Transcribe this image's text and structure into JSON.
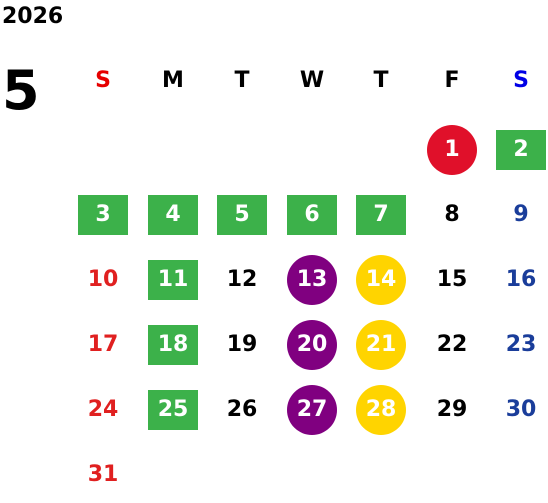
{
  "year": "2026",
  "month": "5",
  "colors": {
    "sunday": "#e02020",
    "saturday": "#1a3d9a",
    "weekday": "#000000",
    "sunday_header": "#e60000",
    "saturday_header": "#0000e6",
    "holiday_green": "#3cb14a",
    "holiday_red": "#e0102a",
    "purple": "#800080",
    "yellow": "#ffd400",
    "on_mark": "#ffffff"
  },
  "weekdays": [
    {
      "label": "S",
      "color": "sunday_header"
    },
    {
      "label": "M",
      "color": "weekday"
    },
    {
      "label": "T",
      "color": "weekday"
    },
    {
      "label": "W",
      "color": "weekday"
    },
    {
      "label": "T",
      "color": "weekday"
    },
    {
      "label": "F",
      "color": "weekday"
    },
    {
      "label": "S",
      "color": "saturday_header"
    }
  ],
  "days": [
    {
      "label": "1",
      "col": 5,
      "row": 0,
      "mark": "circle",
      "mark_color": "holiday_red"
    },
    {
      "label": "2",
      "col": 6,
      "row": 0,
      "mark": "square",
      "mark_color": "holiday_green"
    },
    {
      "label": "3",
      "col": 0,
      "row": 1,
      "mark": "square",
      "mark_color": "holiday_green"
    },
    {
      "label": "4",
      "col": 1,
      "row": 1,
      "mark": "square",
      "mark_color": "holiday_green"
    },
    {
      "label": "5",
      "col": 2,
      "row": 1,
      "mark": "square",
      "mark_color": "holiday_green"
    },
    {
      "label": "6",
      "col": 3,
      "row": 1,
      "mark": "square",
      "mark_color": "holiday_green"
    },
    {
      "label": "7",
      "col": 4,
      "row": 1,
      "mark": "square",
      "mark_color": "holiday_green"
    },
    {
      "label": "8",
      "col": 5,
      "row": 1,
      "mark": "none",
      "color": "weekday"
    },
    {
      "label": "9",
      "col": 6,
      "row": 1,
      "mark": "none",
      "color": "saturday"
    },
    {
      "label": "10",
      "col": 0,
      "row": 2,
      "mark": "none",
      "color": "sunday"
    },
    {
      "label": "11",
      "col": 1,
      "row": 2,
      "mark": "square",
      "mark_color": "holiday_green"
    },
    {
      "label": "12",
      "col": 2,
      "row": 2,
      "mark": "none",
      "color": "weekday"
    },
    {
      "label": "13",
      "col": 3,
      "row": 2,
      "mark": "circle",
      "mark_color": "purple"
    },
    {
      "label": "14",
      "col": 4,
      "row": 2,
      "mark": "circle",
      "mark_color": "yellow"
    },
    {
      "label": "15",
      "col": 5,
      "row": 2,
      "mark": "none",
      "color": "weekday"
    },
    {
      "label": "16",
      "col": 6,
      "row": 2,
      "mark": "none",
      "color": "saturday"
    },
    {
      "label": "17",
      "col": 0,
      "row": 3,
      "mark": "none",
      "color": "sunday"
    },
    {
      "label": "18",
      "col": 1,
      "row": 3,
      "mark": "square",
      "mark_color": "holiday_green"
    },
    {
      "label": "19",
      "col": 2,
      "row": 3,
      "mark": "none",
      "color": "weekday"
    },
    {
      "label": "20",
      "col": 3,
      "row": 3,
      "mark": "circle",
      "mark_color": "purple"
    },
    {
      "label": "21",
      "col": 4,
      "row": 3,
      "mark": "circle",
      "mark_color": "yellow"
    },
    {
      "label": "22",
      "col": 5,
      "row": 3,
      "mark": "none",
      "color": "weekday"
    },
    {
      "label": "23",
      "col": 6,
      "row": 3,
      "mark": "none",
      "color": "saturday"
    },
    {
      "label": "24",
      "col": 0,
      "row": 4,
      "mark": "none",
      "color": "sunday"
    },
    {
      "label": "25",
      "col": 1,
      "row": 4,
      "mark": "square",
      "mark_color": "holiday_green"
    },
    {
      "label": "26",
      "col": 2,
      "row": 4,
      "mark": "none",
      "color": "weekday"
    },
    {
      "label": "27",
      "col": 3,
      "row": 4,
      "mark": "circle",
      "mark_color": "purple"
    },
    {
      "label": "28",
      "col": 4,
      "row": 4,
      "mark": "circle",
      "mark_color": "yellow"
    },
    {
      "label": "29",
      "col": 5,
      "row": 4,
      "mark": "none",
      "color": "weekday"
    },
    {
      "label": "30",
      "col": 6,
      "row": 4,
      "mark": "none",
      "color": "saturday"
    },
    {
      "label": "31",
      "col": 0,
      "row": 5,
      "mark": "none",
      "color": "sunday"
    }
  ]
}
